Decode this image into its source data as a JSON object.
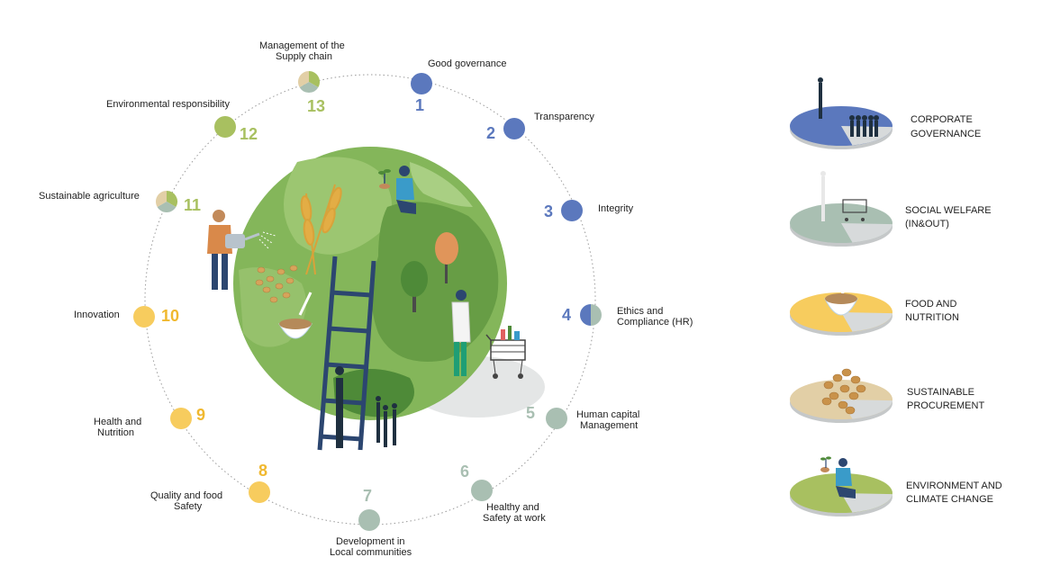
{
  "colors": {
    "governance": "#5b78bd",
    "social": "#a9bfb2",
    "food": "#f7cc5e",
    "procurement": "#e2cfa6",
    "environment": "#a8c060",
    "gray": "#d7dadb",
    "globe": "#7aaf4f",
    "globe_dark": "#5c9842",
    "navy": "#2c4670"
  },
  "wheel": {
    "items": [
      {
        "number": "1",
        "label": "Good governance"
      },
      {
        "number": "2",
        "label": "Transparency"
      },
      {
        "number": "3",
        "label": "Integrity"
      },
      {
        "number": "4",
        "label_lines": [
          "Ethics and",
          "Compliance (HR)"
        ]
      },
      {
        "number": "5",
        "label_lines": [
          "Human capital",
          "Management"
        ]
      },
      {
        "number": "6",
        "label_lines": [
          "Healthy and",
          "Safety at work"
        ]
      },
      {
        "number": "7",
        "label_lines": [
          "Development in",
          "Local communities"
        ]
      },
      {
        "number": "8",
        "label_lines": [
          "Quality and food",
          "Safety"
        ]
      },
      {
        "number": "9",
        "label_lines": [
          "Health and",
          "Nutrition"
        ]
      },
      {
        "number": "10",
        "label": "Innovation"
      },
      {
        "number": "11",
        "label": "Sustainable agriculture"
      },
      {
        "number": "12",
        "label": "Environmental responsibility"
      },
      {
        "number": "13",
        "label_lines": [
          "Management of the",
          "Supply chain"
        ]
      }
    ]
  },
  "legend": [
    {
      "lines": [
        "CORPORATE",
        "GOVERNANCE"
      ],
      "color_key": "governance"
    },
    {
      "lines": [
        "SOCIAL WELFARE",
        "(IN&OUT)"
      ],
      "color_key": "social"
    },
    {
      "lines": [
        "FOOD AND",
        "NUTRITION"
      ],
      "color_key": "food"
    },
    {
      "lines": [
        "SUSTAINABLE",
        "PROCUREMENT"
      ],
      "color_key": "procurement"
    },
    {
      "lines": [
        "ENVIRONMENT AND",
        "CLIMATE CHANGE"
      ],
      "color_key": "environment"
    }
  ]
}
